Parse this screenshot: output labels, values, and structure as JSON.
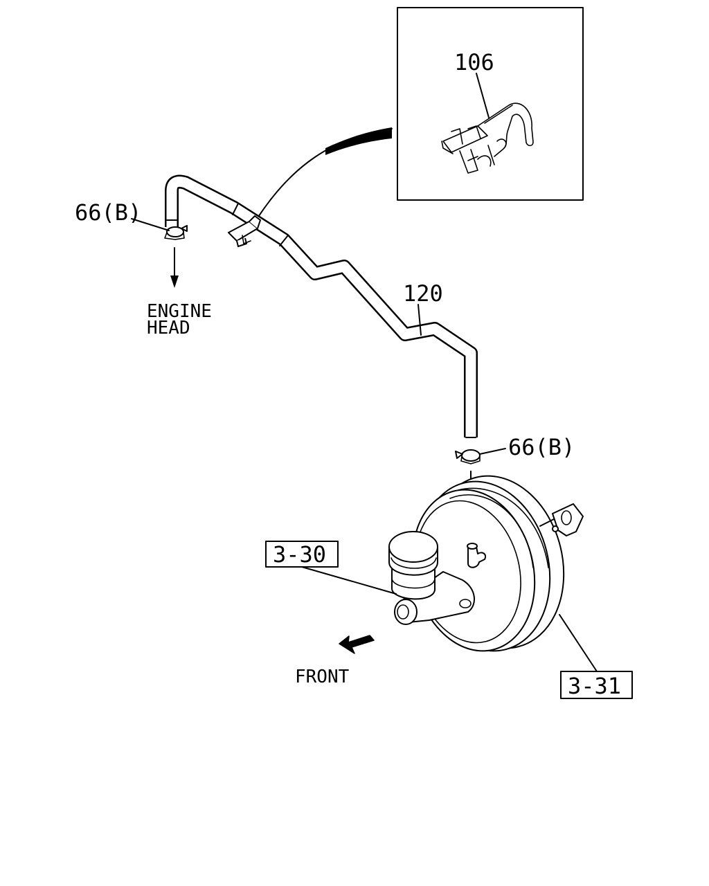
{
  "labels": {
    "clip_part": "106",
    "hose_part": "120",
    "clamp_upper": "66(B)",
    "clamp_lower": "66(B)",
    "engine_line1": "ENGINE",
    "engine_line2": "HEAD",
    "master_cylinder_ref": "3-30",
    "booster_ref": "3-31",
    "direction": "FRONT"
  }
}
